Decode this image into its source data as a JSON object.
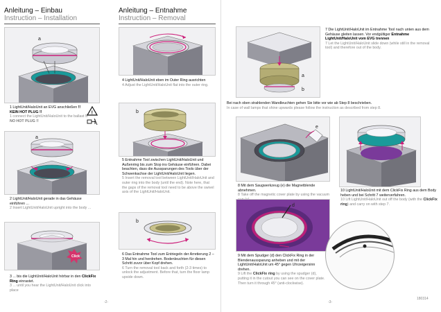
{
  "left": {
    "col1": {
      "title_de": "Anleitung – Einbau",
      "title_en": "Instruction – Installation",
      "steps": [
        {
          "n": "1",
          "tag": "a",
          "de": "1  LightUnit/HaloUnit an EVG anschließen",
          "de_bold": "!! KEIN HOT PLUG !!",
          "en": "1  connect the LightUnit/HaloUnit to the ballast",
          "en_bold": "!! NO HOT PLUG !!"
        },
        {
          "n": "2",
          "tag": "a",
          "de": "2  LightUnit/HaloUnit gerade in das Gehäuse einführen ...",
          "en": "2  Insert LightUnit/HaloUnit upright into the body ..."
        },
        {
          "n": "3",
          "tag": "",
          "click": "Click",
          "de": "3  ... bis die LightUnit/HaloUnit hörbar in den",
          "de_bold": "ClickFix Ring",
          "de_after": "einrastet.",
          "en": "3  ... until you hear the LightUnit/HaloUnit click into place"
        }
      ]
    },
    "col2": {
      "title_de": "Anleitung – Entnahme",
      "title_en": "Instruction – Removal",
      "steps": [
        {
          "n": "4",
          "tag": "",
          "de": "4  LightUnit/HaloUnit eben im Outer Ring ausrichten",
          "en": "4  Adjust the LightUnit/HaloUnit flat into the outer ring."
        },
        {
          "n": "5",
          "tag": "b",
          "de": "5  Entnahme Tool zwischen LightUnit/HaloUnit und Außenring bis zum Stop ins Gehäuse einführen. Dabei beachten, dass die Aussparungen des Tools über der Schwenkachse der LightUnit/HaloUnit liegen.",
          "en": "5  Insert the removal tool between LightUnit/HaloUnit and outer ring into the body (until the end). Note here, that the gaps of the removal tool need to be above the swivel axis of the LightUnit/HaloUnit."
        },
        {
          "n": "6",
          "tag": "b",
          "de": "6  Das Entnahme Tool zum Entriegeln der Arretierung 2 – 3 Mal hin und herdrehen. Bodenleuchten für diesen Schritt zuvor über Kopf drehen.",
          "en": "6  Turn the removal tool back and forth (2-3 times) to unlock the adjustment. Before that, turn the floor lamp upside down."
        }
      ]
    },
    "page_number": "-2-"
  },
  "right": {
    "step7": {
      "n": "7",
      "tag_a": "a",
      "tag_b": "b",
      "de": "7  Die LightUnit/HaloUnit im Entnahme Tool nach unten aus dem Gehäuse gleiten lassen. Vor endgültiger",
      "de_bold": "Entnahme LightUnit/HaloUnit vom EVG trennen",
      "en": "7  Let the LightUnit/HaloUnit slide down (while still in the removal tool) and therefore out of the body."
    },
    "note_de": "Bei nach oben strahlenden Wandleuchten gehen Sie bitte vor wie ab Step 8 beschrieben.",
    "note_en": "In case of wall lamps that shine upwards please follow the instruction as described from step 8.",
    "step8": {
      "n": "8",
      "tag": "e",
      "de": "8  Mit dem Saugwerkzeug (e) die Magnetblende abnehmen.",
      "en": "8  Take off the magnetic cover plate by using the vacuum cup (e)."
    },
    "step9": {
      "n": "9",
      "tag": "d",
      "de": "9  Mit dem Spudger (d) den ClickFix Ring in der Blendenaussparung anheben und mit der LightUnit/HaloUnit um 45° gegen Uhrzeigersinn drehen.",
      "en": "9  Lift the",
      "en_bold": "ClickFix ring",
      "en_after": "by using the spudger (d), putting it in the cutout you can see on the cover plate. Then turn it through 45° (anti-clockwise)."
    },
    "step10": {
      "n": "10",
      "de": "10 LightUnit/HaloUnit mit dem ClickFix Ring aus dem Body heben und bei Schritt 7 weiterverfahren.",
      "en": "10 Lift LightUnit/HaloUnit out off the body (with the",
      "en_bold": "ClickFix ring",
      "en_after": ") and carry on with step 7."
    },
    "page_number": "-3-",
    "doc_code": "180314"
  },
  "colors": {
    "magenta": "#cc1f7a",
    "teal": "#1a9a9a",
    "box": "#8c8c93",
    "boxlight": "#b9b9c0",
    "olive": "#c9c28b"
  }
}
